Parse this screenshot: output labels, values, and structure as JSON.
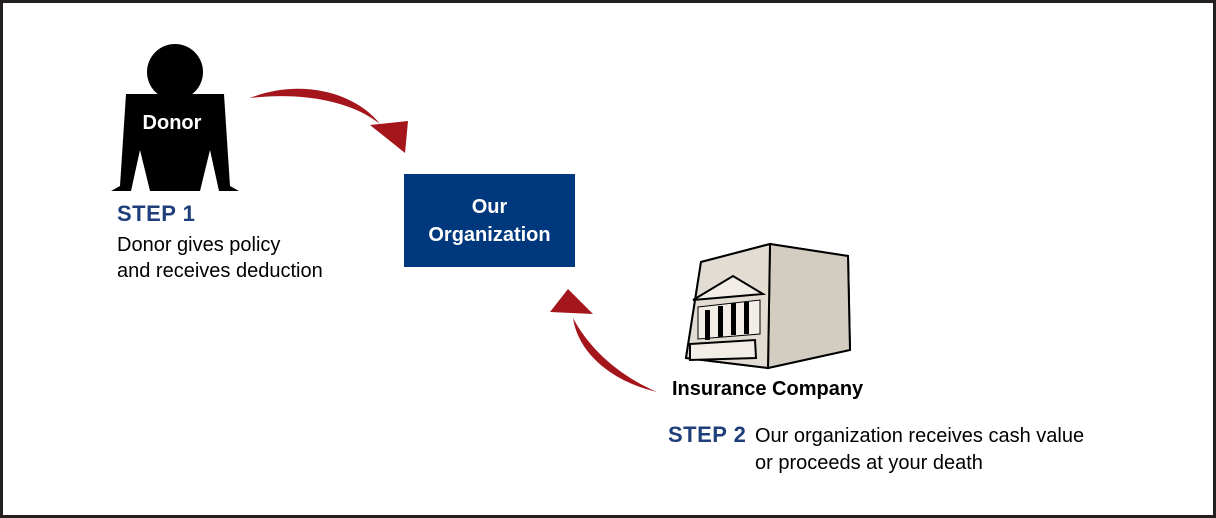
{
  "diagram": {
    "donor": {
      "label": "Donor"
    },
    "organization": {
      "label": "Our\nOrganization"
    },
    "insurance": {
      "label": "Insurance Company"
    },
    "step1": {
      "title": "STEP 1",
      "line1": "Donor gives policy",
      "line2": "and receives deduction"
    },
    "step2": {
      "title": "STEP 2",
      "line1": "Our organization receives cash value",
      "line2": "or proceeds at your death"
    }
  },
  "colors": {
    "arrow": "#a4161c",
    "org_box": "#00387d",
    "step_title": "#1f3f7a",
    "building_front": "#e2dcd2",
    "building_side": "#d3ccc0",
    "silhouette": "#000000"
  }
}
